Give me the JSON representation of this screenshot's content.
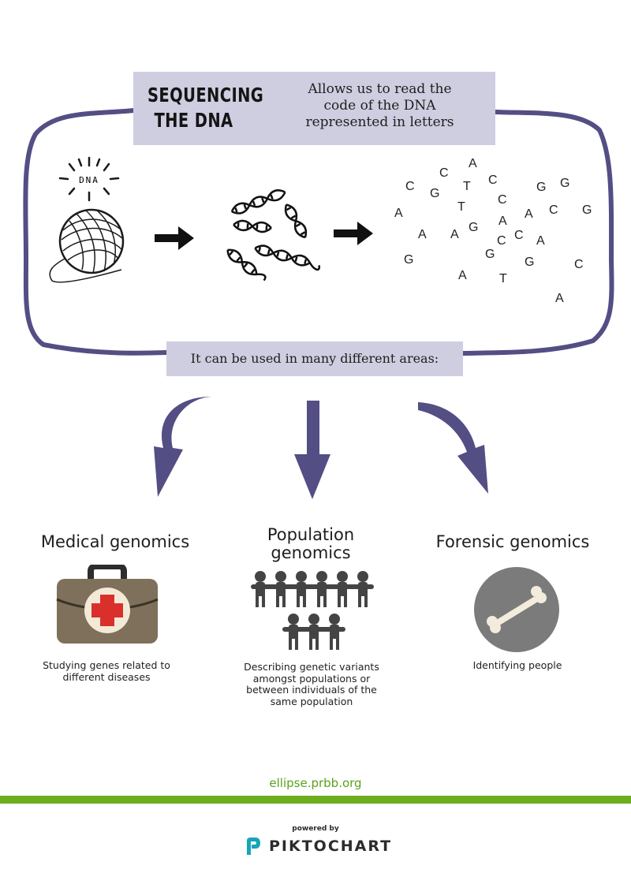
{
  "title": {
    "heading_line1": "SEQUENCING",
    "heading_line2": "THE DNA",
    "description_line1": "Allows us to read the",
    "description_line2": "code of the DNA",
    "description_line3": "represented in letters"
  },
  "dna_ball_label": "DNA",
  "letters": [
    {
      "text": "A"
    },
    {
      "text": "C"
    },
    {
      "text": "T"
    },
    {
      "text": "C"
    },
    {
      "text": "C"
    },
    {
      "text": "G"
    },
    {
      "text": "G"
    },
    {
      "text": "G"
    },
    {
      "text": "C"
    },
    {
      "text": "T"
    },
    {
      "text": "A"
    },
    {
      "text": "A"
    },
    {
      "text": "C"
    },
    {
      "text": "G"
    },
    {
      "text": "A"
    },
    {
      "text": "A"
    },
    {
      "text": "G"
    },
    {
      "text": "C"
    },
    {
      "text": "C"
    },
    {
      "text": "A"
    },
    {
      "text": "G"
    },
    {
      "text": "G"
    },
    {
      "text": "G"
    },
    {
      "text": "C"
    },
    {
      "text": "A"
    },
    {
      "text": "T"
    },
    {
      "text": "A"
    }
  ],
  "areas_label": "It can be used in many different areas:",
  "areas": [
    {
      "heading": "Medical genomics",
      "desc": "Studying genes related to different diseases",
      "icon": "medical-kit-icon"
    },
    {
      "heading_line1": "Population",
      "heading_line2": "genomics",
      "desc": "Describing genetic variants amongst populations or between individuals of the same population",
      "icon": "people-group-icon"
    },
    {
      "heading": "Forensic genomics",
      "desc": "Identifying people",
      "icon": "bone-icon"
    }
  ],
  "footer": {
    "link": "ellipse.prbb.org",
    "powered_by": "powered by",
    "brand": "PIKTOCHART"
  },
  "colors": {
    "accent_purple": "#534e84",
    "box_lavender": "#cfcde0",
    "link_green": "#58a31a",
    "bar_green": "#6cae1f",
    "kit_brown": "#7e705a",
    "cross_red": "#d9302b",
    "people_gray": "#444444",
    "bone_circle": "#7b7b7b"
  }
}
